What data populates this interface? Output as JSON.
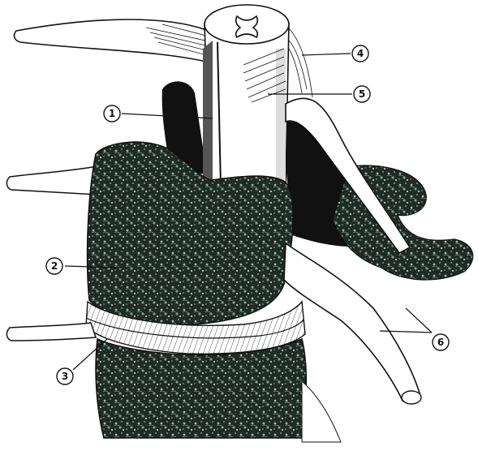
{
  "figure": {
    "background": "#ffffff",
    "ink": "#111111",
    "bone_fill": "#1f2b25",
    "bone_speckle": "#9fb8b0",
    "callouts": [
      {
        "id": "1",
        "label": "1"
      },
      {
        "id": "2",
        "label": "2"
      },
      {
        "id": "3",
        "label": "3"
      },
      {
        "id": "4",
        "label": "4"
      },
      {
        "id": "5",
        "label": "5"
      },
      {
        "id": "6",
        "label": "6"
      }
    ]
  }
}
